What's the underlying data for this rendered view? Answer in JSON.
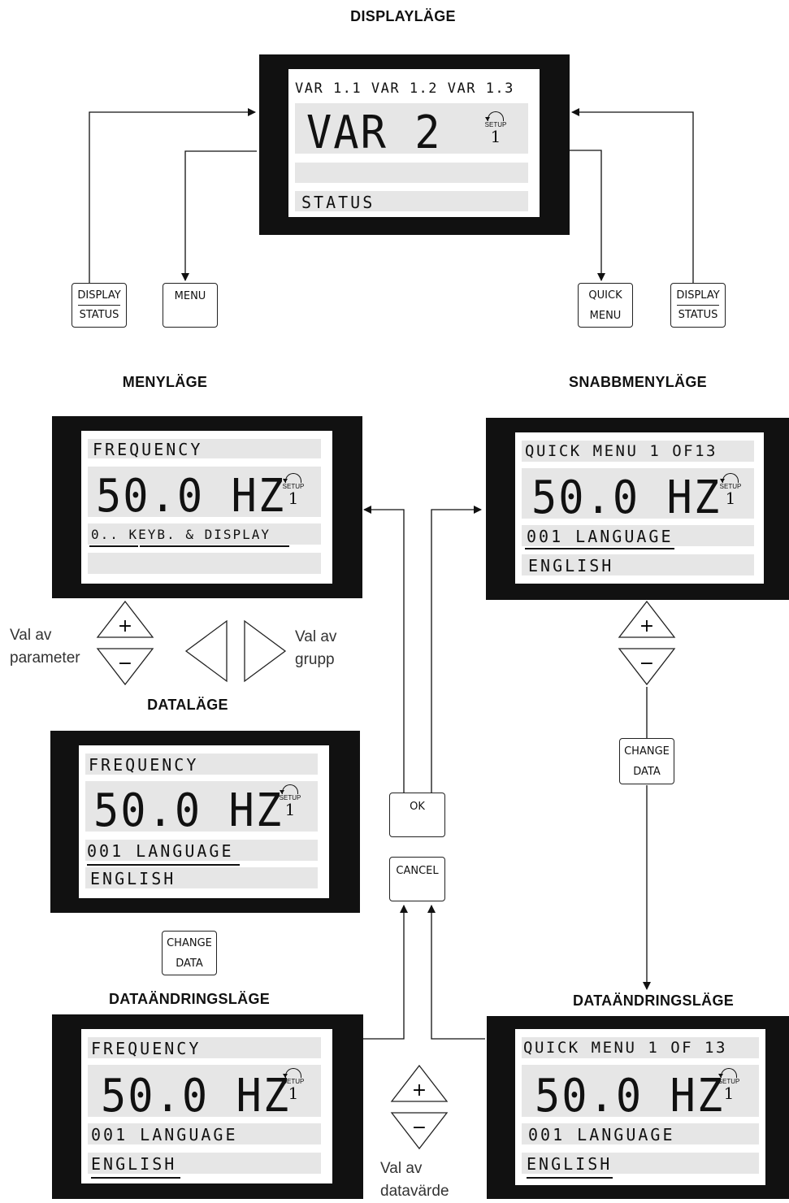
{
  "headings": {
    "display_mode": "DISPLAYLÄGE",
    "menu_mode": "MENYLÄGE",
    "quick_menu_mode": "SNABBMENYLÄGE",
    "data_mode": "DATALÄGE",
    "data_change_left": "DATAÄNDRINGSLÄGE",
    "data_change_right": "DATAÄNDRINGSLÄGE"
  },
  "displays": {
    "display": {
      "line1": "VAR 1.1 VAR 1.2 VAR 1.3",
      "big": "VAR 2",
      "line3": "",
      "line4": "STATUS",
      "setup_label": "SETUP",
      "setup_num": "1"
    },
    "menu": {
      "line1": "FREQUENCY",
      "big": "50.0 HZ",
      "line3": "0.. KEYB. & DISPLAY",
      "line4": "",
      "setup_label": "SETUP",
      "setup_num": "1"
    },
    "quick": {
      "line1": "QUICK MENU 1 OF13",
      "big": "50.0 HZ",
      "line3": "001 LANGUAGE",
      "line4": "ENGLISH",
      "setup_label": "SETUP",
      "setup_num": "1"
    },
    "data": {
      "line1": "FREQUENCY",
      "big": "50.0 HZ",
      "line3": "001 LANGUAGE",
      "line4": "ENGLISH",
      "setup_label": "SETUP",
      "setup_num": "1"
    },
    "change_left": {
      "line1": "FREQUENCY",
      "big": "50.0 HZ",
      "line3": "001 LANGUAGE",
      "line4": "ENGLISH",
      "setup_label": "SETUP",
      "setup_num": "1"
    },
    "change_right": {
      "line1": "QUICK MENU 1 OF 13",
      "big": "50.0 HZ",
      "line3": "001 LANGUAGE",
      "line4": "ENGLISH",
      "setup_label": "SETUP",
      "setup_num": "1"
    }
  },
  "keys": {
    "display_status_left": {
      "top": "DISPLAY",
      "bottom": "STATUS"
    },
    "menu": "MENU",
    "quick_menu": {
      "top": "QUICK",
      "bottom": "MENU"
    },
    "display_status_right": {
      "top": "DISPLAY",
      "bottom": "STATUS"
    },
    "ok": "OK",
    "cancel": "CANCEL",
    "change_data_right": {
      "top": "CHANGE",
      "bottom": "DATA"
    },
    "change_data_left": {
      "top": "CHANGE",
      "bottom": "DATA"
    }
  },
  "labels": {
    "param_select": [
      "Val av",
      "parameter"
    ],
    "group_select": [
      "Val av",
      "grupp"
    ],
    "value_select": [
      "Val av",
      "datavärde"
    ]
  },
  "symbols": {
    "plus": "+",
    "minus": "−"
  }
}
